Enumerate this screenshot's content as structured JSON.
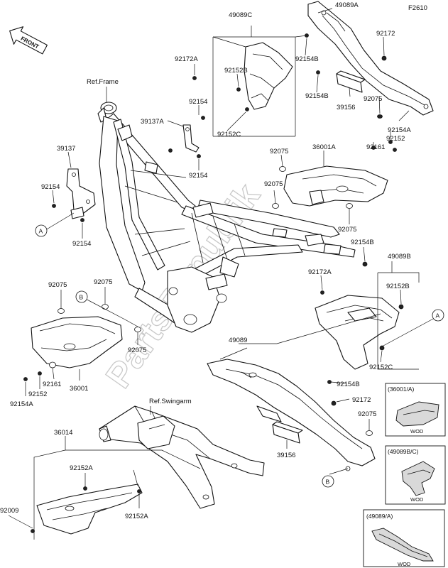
{
  "diagram_code": "F2610",
  "front_label": "FRONT",
  "watermark": "PartsRepublik",
  "ref_frame": "Ref.Frame",
  "ref_swingarm": "Ref.Swingarm",
  "callouts": {
    "a": "A",
    "b": "B"
  },
  "labels": {
    "p49089C": "49089C",
    "p49089A": "49089A",
    "p92172_top": "92172",
    "p92172A_top": "92172A",
    "p92154B_top": "92154B",
    "p92152B_top": "92152B",
    "p92154B_mid": "92154B",
    "p39156_top": "39156",
    "p92075_top": "92075",
    "p92154A_right": "92154A",
    "p92152_right": "92152",
    "p92161_right": "92161",
    "p39137A": "39137A",
    "p92154_a": "92154",
    "p92152C_top": "92152C",
    "p92154_b": "92154",
    "p39137": "39137",
    "p92154_c": "92154",
    "p92154_d": "92154",
    "p92075_c": "92075",
    "p36001A": "36001A",
    "p92075_d": "92075",
    "p92075_e": "92075",
    "p92154B_right": "92154B",
    "p49089B": "49089B",
    "p92172A_mid": "92172A",
    "p92152B_right": "92152B",
    "p92075_l1": "92075",
    "p92075_l2": "92075",
    "p92075_l3": "92075",
    "p49089": "49089",
    "p92152C_low": "92152C",
    "p92154B_low": "92154B",
    "p92161_left": "92161",
    "p36001": "36001",
    "p92154A_left": "92154A",
    "p92152_left": "92152",
    "p92172_low": "92172",
    "p92075_low": "92075",
    "p39156_low": "39156",
    "p36014": "36014",
    "p92152A_a": "92152A",
    "p92152A_b": "92152A",
    "p92009": "92009"
  },
  "insets": [
    {
      "title": "(36001/A)",
      "caption": "WOD"
    },
    {
      "title": "(49089B/C)",
      "caption": "WOD"
    },
    {
      "title": "(49089/A)",
      "caption": "WOD"
    }
  ]
}
